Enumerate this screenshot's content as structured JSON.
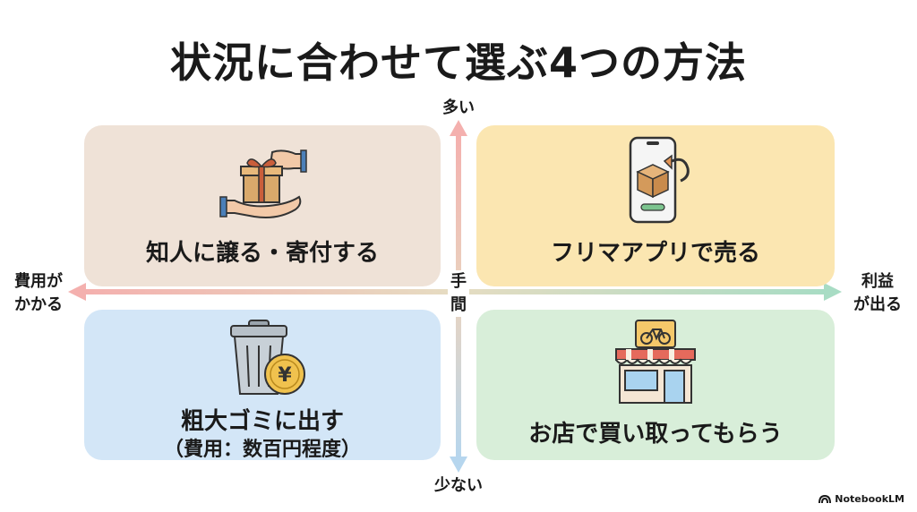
{
  "title": "状況に合わせて選ぶ4つの方法",
  "axes": {
    "top": "多い",
    "bottom": "少ない",
    "left": [
      "費用が",
      "かかる"
    ],
    "right": [
      "利益",
      "が出る"
    ],
    "center": [
      "手",
      "間"
    ]
  },
  "quadrants": {
    "top_left": {
      "label": "知人に譲る・寄付する",
      "icon": "gift-hands-icon"
    },
    "top_right": {
      "label": "フリマアプリで売る",
      "icon": "phone-package-icon"
    },
    "bottom_left": {
      "label": "粗大ゴミに出す",
      "sub": "（費用：数百円程度）",
      "icon": "trash-yen-icon"
    },
    "bottom_right": {
      "label": "お店で買い取ってもらう",
      "icon": "bike-shop-icon"
    }
  },
  "brand": "NotebookLM",
  "colors": {
    "top_left": "#efe2d7",
    "top_right": "#fbe6b1",
    "bottom_left": "#d3e6f7",
    "bottom_right": "#d8eed9"
  }
}
